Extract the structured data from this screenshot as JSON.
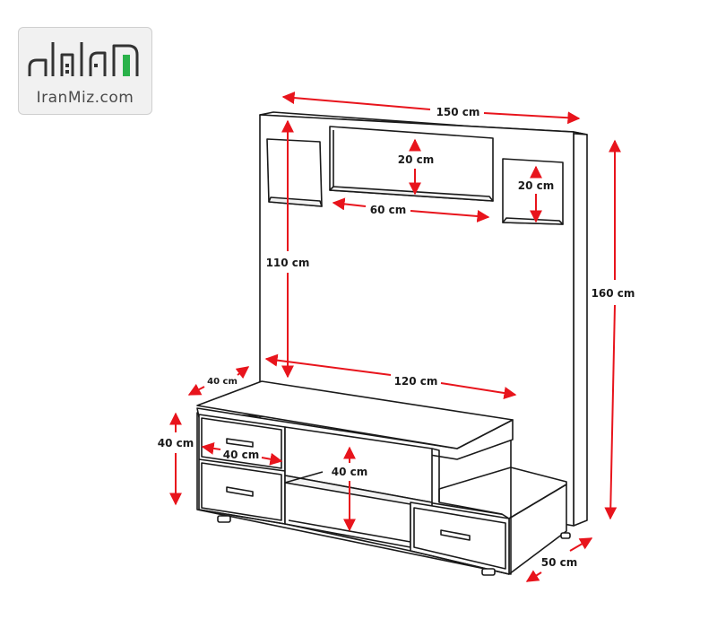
{
  "logo": {
    "text": "IranMiz.com",
    "brand_color": "#2ab24a"
  },
  "colors": {
    "dimension_arrow": "#e8141c",
    "outline": "#1a1a1a",
    "panel_fill": "#ffffff"
  },
  "dimensions": {
    "total_width": "150 cm",
    "total_height": "160 cm",
    "center_niche_height": "20 cm",
    "center_niche_width": "60 cm",
    "right_niche_height": "20 cm",
    "back_panel_height": "110 cm",
    "table_width": "120 cm",
    "table_top_depth": "40 cm",
    "cabinet_height": "40 cm",
    "drawer_width": "40 cm",
    "middle_compartment_height": "40 cm",
    "base_depth": "50 cm"
  }
}
